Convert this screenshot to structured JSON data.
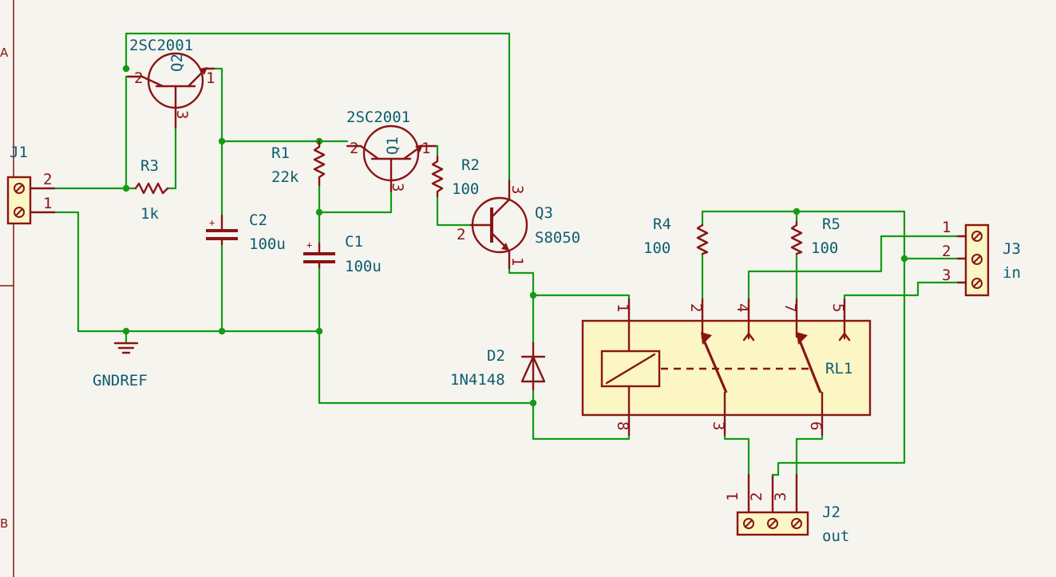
{
  "frame": {
    "row_a": "A",
    "row_b": "B"
  },
  "components": {
    "J1": {
      "ref": "J1",
      "pin1": "1",
      "pin2": "2"
    },
    "Q2": {
      "ref": "Q2",
      "value": "2SC2001",
      "pin1": "1",
      "pin2": "2",
      "pin3": "3"
    },
    "R3": {
      "ref": "R3",
      "value": "1k"
    },
    "Q1": {
      "ref": "Q1",
      "value": "2SC2001",
      "pin1": "1",
      "pin2": "2",
      "pin3": "3"
    },
    "R1": {
      "ref": "R1",
      "value": "22k"
    },
    "R2": {
      "ref": "R2",
      "value": "100"
    },
    "Q3": {
      "ref": "Q3",
      "value": "S8050",
      "pin1": "1",
      "pin2": "2",
      "pin3": "3"
    },
    "C2": {
      "ref": "C2",
      "value": "100u"
    },
    "C1": {
      "ref": "C1",
      "value": "100u"
    },
    "GND": {
      "ref": "GNDREF"
    },
    "D2": {
      "ref": "D2",
      "value": "1N4148"
    },
    "R4": {
      "ref": "R4",
      "value": "100"
    },
    "R5": {
      "ref": "R5",
      "value": "100"
    },
    "RL1": {
      "ref": "RL1",
      "pin1": "1",
      "pin2": "2",
      "pin4": "4",
      "pin7": "7",
      "pin5": "5",
      "pin8": "8",
      "pin3": "3",
      "pin6": "6"
    },
    "J3": {
      "ref": "J3",
      "value": "in",
      "pin1": "1",
      "pin2": "2",
      "pin3": "3"
    },
    "J2": {
      "ref": "J2",
      "value": "out",
      "pin1": "1",
      "pin2": "2",
      "pin3": "3"
    }
  }
}
